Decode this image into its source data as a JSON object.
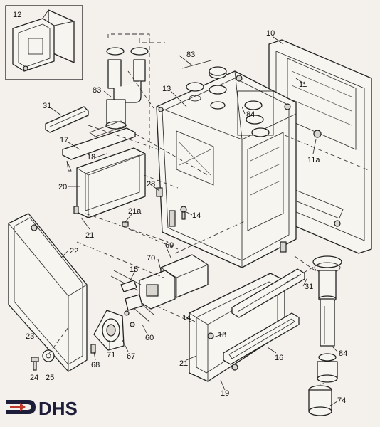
{
  "diagram": {
    "logo": {
      "text": "DHS",
      "color": "#1d1d3a",
      "icon": "dhs-arrow-logo"
    },
    "line_color": "#222222",
    "background": "#f4f1ec",
    "callouts": [
      {
        "id": "c12",
        "label": "12"
      },
      {
        "id": "c10",
        "label": "10"
      },
      {
        "id": "c83a",
        "label": "83"
      },
      {
        "id": "c83b",
        "label": "83"
      },
      {
        "id": "c13",
        "label": "13"
      },
      {
        "id": "c11",
        "label": "11"
      },
      {
        "id": "c31a",
        "label": "31"
      },
      {
        "id": "c84a",
        "label": "84"
      },
      {
        "id": "c17",
        "label": "17"
      },
      {
        "id": "c18a",
        "label": "18"
      },
      {
        "id": "c11a",
        "label": "11a"
      },
      {
        "id": "c20",
        "label": "20"
      },
      {
        "id": "c28",
        "label": "28"
      },
      {
        "id": "c21a",
        "label": "21a"
      },
      {
        "id": "c14a",
        "label": "14"
      },
      {
        "id": "c21b",
        "label": "21"
      },
      {
        "id": "c22",
        "label": "22"
      },
      {
        "id": "c69",
        "label": "69"
      },
      {
        "id": "c70",
        "label": "70"
      },
      {
        "id": "c15",
        "label": "15"
      },
      {
        "id": "c31b",
        "label": "31"
      },
      {
        "id": "c14b",
        "label": "14"
      },
      {
        "id": "c23",
        "label": "23"
      },
      {
        "id": "c60",
        "label": "60"
      },
      {
        "id": "c18b",
        "label": "18"
      },
      {
        "id": "c71",
        "label": "71"
      },
      {
        "id": "c67",
        "label": "67"
      },
      {
        "id": "c84b",
        "label": "84"
      },
      {
        "id": "c16",
        "label": "16"
      },
      {
        "id": "c68",
        "label": "68"
      },
      {
        "id": "c21c",
        "label": "21"
      },
      {
        "id": "c24",
        "label": "24"
      },
      {
        "id": "c25",
        "label": "25"
      },
      {
        "id": "c19",
        "label": "19"
      },
      {
        "id": "c74",
        "label": "74"
      }
    ]
  }
}
